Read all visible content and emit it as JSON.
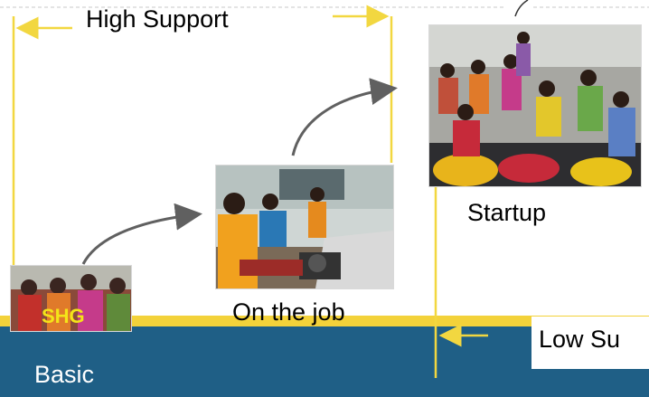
{
  "labels": {
    "high_support": "High Support",
    "startup": "Startup",
    "on_the_job": "On the job",
    "shg": "SHG",
    "basic": "Basic",
    "low_support": "Low Su"
  },
  "colors": {
    "band": "#1f5f86",
    "band_top": "#f3d23a",
    "bracket": "#f2d740",
    "arrow": "#606060",
    "shg_text": "#f4e419"
  },
  "images": {
    "basic": "group-of-women-photo",
    "on_the_job": "sewing-machine-training-photo",
    "startup": "women-embroidery-workshop-photo"
  }
}
